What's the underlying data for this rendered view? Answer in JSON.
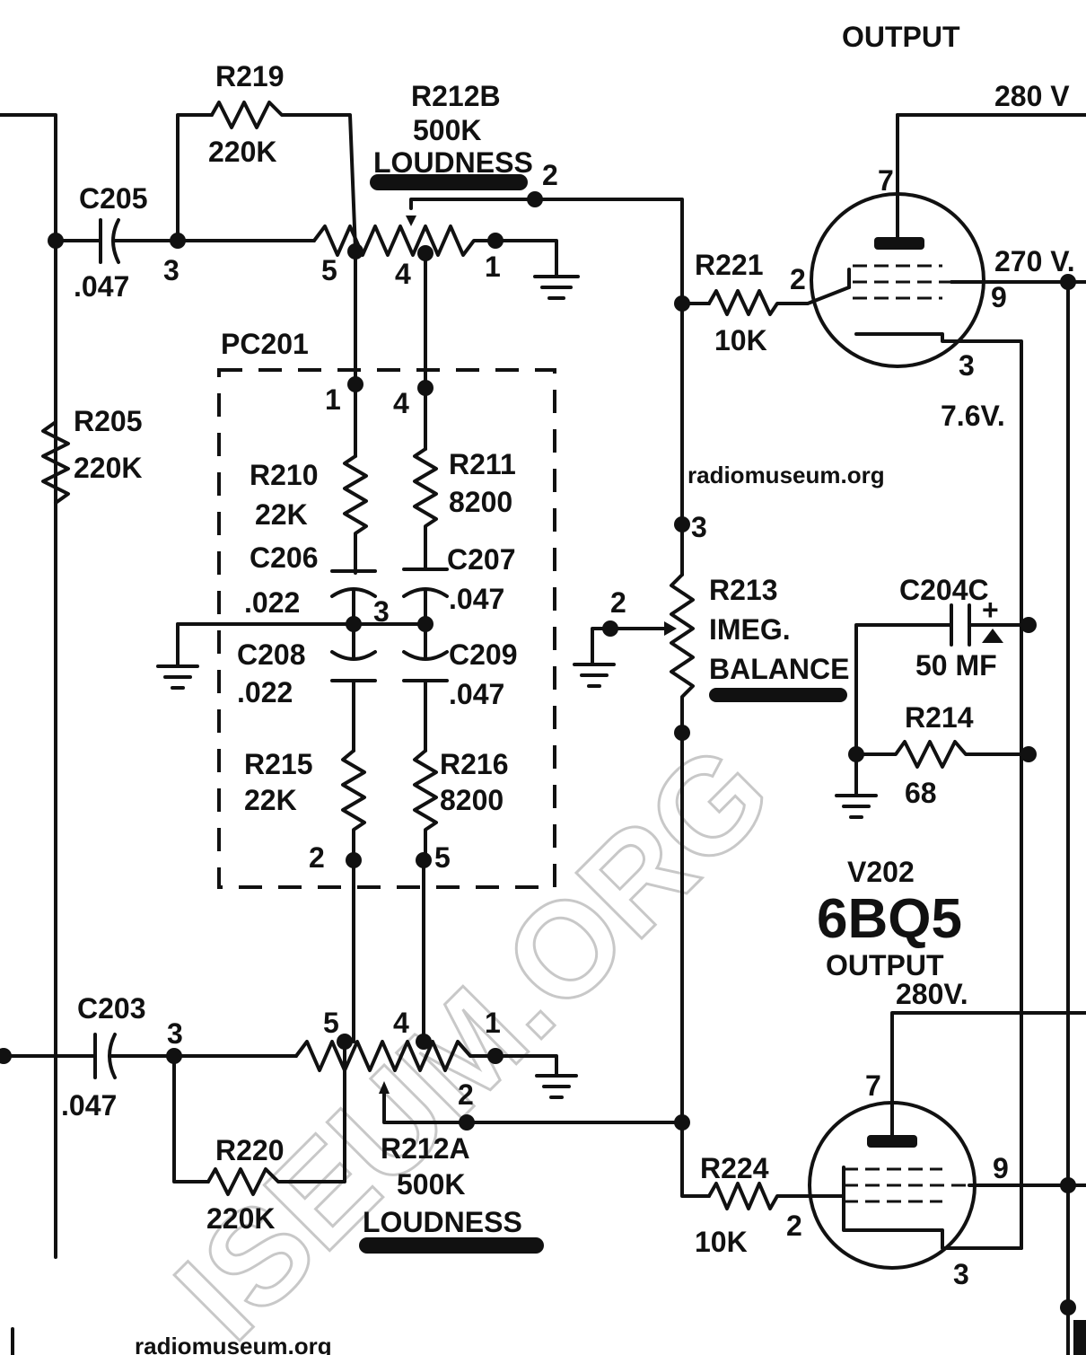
{
  "top_tube": {
    "type": "6BQ5",
    "function": "OUTPUT",
    "plate_voltage": "280 V",
    "screen_voltage": "270 V.",
    "cathode_voltage": "7.6V.",
    "pin_plate": "7",
    "pin_grid": "2",
    "pin_screen": "9",
    "pin_cathode": "3"
  },
  "bottom_tube": {
    "ref": "V202",
    "type": "6BQ5",
    "function": "OUTPUT",
    "plate_voltage": "280V.",
    "pin_plate": "7",
    "pin_grid": "2",
    "pin_screen": "9",
    "pin_cathode": "3"
  },
  "components": {
    "R219": {
      "ref": "R219",
      "value": "220K"
    },
    "R212B": {
      "ref": "R212B",
      "value": "500K",
      "function": "LOUDNESS",
      "pins": [
        "5",
        "4",
        "1",
        "2"
      ]
    },
    "C205": {
      "ref": "C205",
      "value": ".047",
      "pin": "3"
    },
    "R221": {
      "ref": "R221",
      "value": "10K"
    },
    "R205": {
      "ref": "R205",
      "value": "220K"
    },
    "PC201": {
      "ref": "PC201",
      "pins": [
        "1",
        "4",
        "3",
        "2",
        "5"
      ]
    },
    "R210": {
      "ref": "R210",
      "value": "22K"
    },
    "R211": {
      "ref": "R211",
      "value": "8200"
    },
    "C206": {
      "ref": "C206",
      "value": ".022"
    },
    "C207": {
      "ref": "C207",
      "value": ".047"
    },
    "C208": {
      "ref": "C208",
      "value": ".022"
    },
    "C209": {
      "ref": "C209",
      "value": ".047"
    },
    "R215": {
      "ref": "R215",
      "value": "22K"
    },
    "R216": {
      "ref": "R216",
      "value": "8200"
    },
    "R213": {
      "ref": "R213",
      "value": "IMEG.",
      "function": "BALANCE",
      "pins": [
        "3",
        "2"
      ]
    },
    "C204C": {
      "ref": "C204C",
      "value": "50 MF",
      "polarity": "+"
    },
    "R214": {
      "ref": "R214",
      "value": "68"
    },
    "C203": {
      "ref": "C203",
      "value": ".047",
      "pin": "3"
    },
    "R220": {
      "ref": "R220",
      "value": "220K"
    },
    "R212A": {
      "ref": "R212A",
      "value": "500K",
      "function": "LOUDNESS",
      "pins": [
        "5",
        "4",
        "1",
        "2"
      ]
    },
    "R224": {
      "ref": "R224",
      "value": "10K"
    }
  },
  "watermark": {
    "text": "radiomuseum.org",
    "big_text": "ISEUM.ORG"
  }
}
